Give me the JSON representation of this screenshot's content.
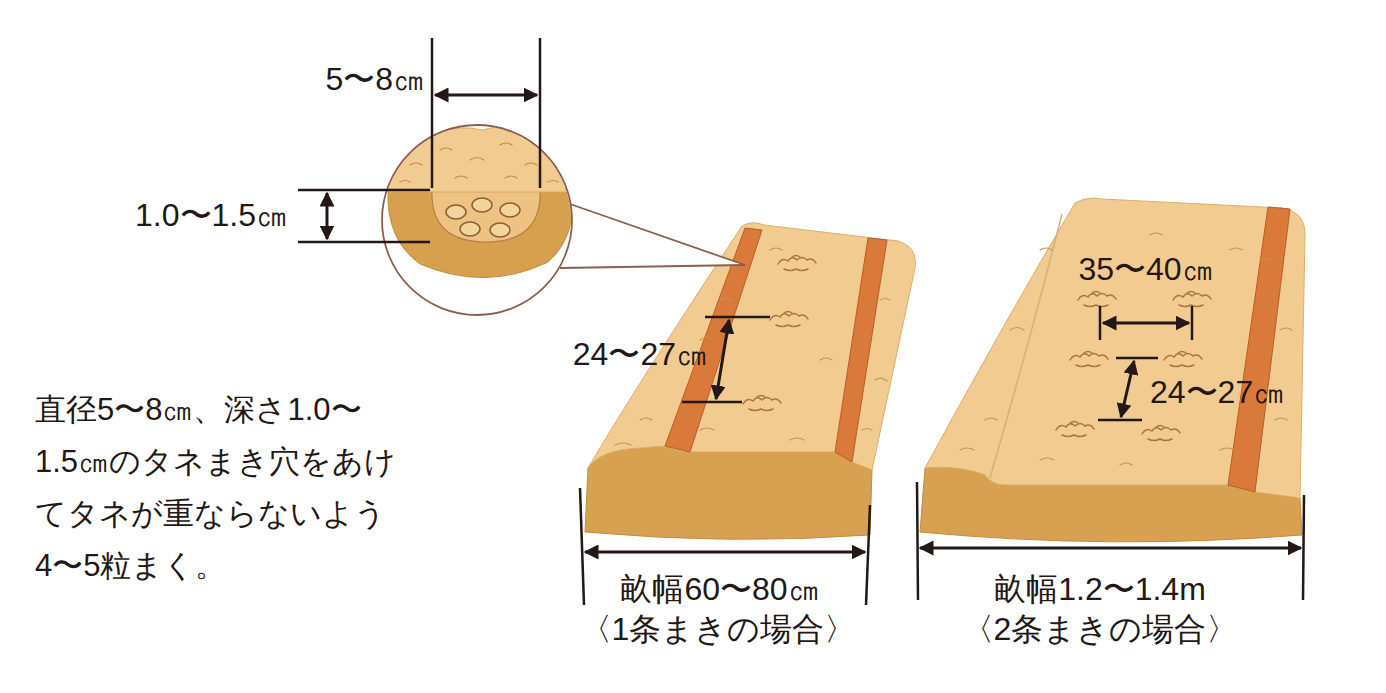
{
  "diagram": {
    "labels": [
      "5〜8㎝",
      "1.0〜1.5㎝",
      "35〜40㎝",
      "24〜27㎝",
      "24〜27㎝",
      "直径5〜8㎝、深さ1.0〜 1.5㎝のタネまき穴をあけ てタネが重ならないよう 4〜5粒まく。",
      "畝幅60〜80㎝",
      "〈1条まきの場合〉",
      "畝幅1.2〜1.4m",
      "〈2条まきの場合〉"
    ]
  }
}
